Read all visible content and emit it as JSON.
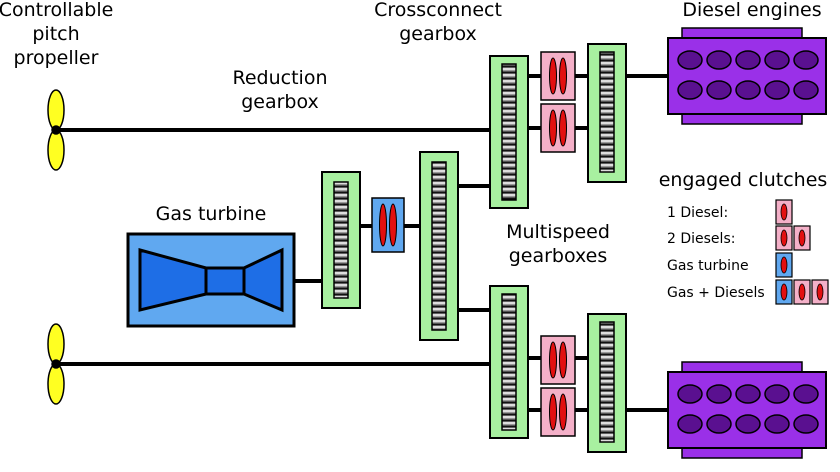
{
  "labels": {
    "propeller": [
      "Controllable",
      "pitch",
      "propeller"
    ],
    "crossconnect": [
      "Crossconnect",
      "gearbox"
    ],
    "diesel_engines": "Diesel engines",
    "reduction": [
      "Reduction",
      "gearbox"
    ],
    "gas_turbine": "Gas turbine",
    "multispeed": [
      "Multispeed",
      "gearboxes"
    ]
  },
  "legend": {
    "title": "engaged clutches",
    "rows": [
      {
        "label": "1 Diesel:",
        "clutches": [
          "pink"
        ]
      },
      {
        "label": "2 Diesels:",
        "clutches": [
          "pink",
          "pink"
        ]
      },
      {
        "label": "Gas turbine",
        "clutches": [
          "blue"
        ]
      },
      {
        "label": "Gas + Diesels",
        "clutches": [
          "blue",
          "pink",
          "pink"
        ]
      }
    ]
  },
  "colors": {
    "shaft": "#000000",
    "gearbox_fill": "#a8f0a0",
    "gearbox_stroke": "#3a8a3a",
    "turbine_fill": "#60a8f0",
    "turbine_inner": "#1e6ee6",
    "engine_fill": "#9a30e8",
    "engine_dark": "#5a1090",
    "propeller": "#ffff22",
    "clutch_pink": "#f4b0c8",
    "clutch_blue": "#60a8f0",
    "disc_red": "#e21010"
  }
}
